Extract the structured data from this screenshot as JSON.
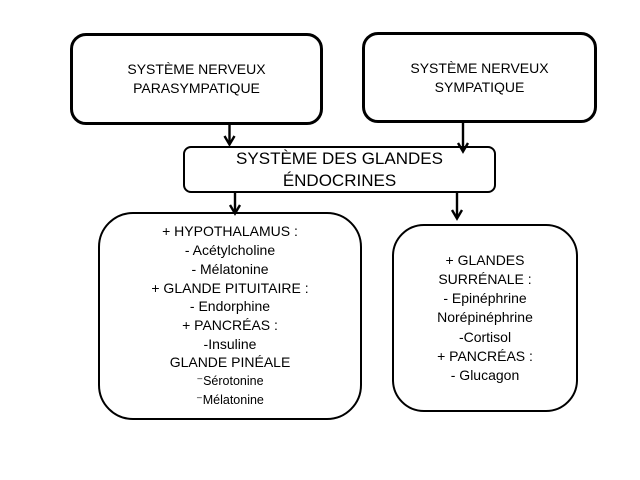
{
  "diagram": {
    "colors": {
      "background": "#ffffff",
      "stroke": "#000000",
      "text": "#000000"
    },
    "boxes": {
      "parasympathetic": {
        "lines": [
          "SYSTÈME NERVEUX",
          "PARASYMPATIQUE"
        ]
      },
      "sympathetic": {
        "lines": [
          "SYSTÈME NERVEUX",
          "SYMPATIQUE"
        ]
      },
      "endocrine": {
        "lines": [
          "SYSTÈME DES GLANDES",
          "ÉNDOCRINES"
        ]
      },
      "left_glands": {
        "lines": [
          "+ HYPOTHALAMUS :",
          "- Acétylcholine",
          "- Mélatonine",
          "+ GLANDE PITUITAIRE :",
          "- Endorphine",
          "+ PANCRÉAS :",
          "-Insuline",
          "GLANDE PINÉALE",
          "⁻Sérotonine",
          "⁻Mélatonine"
        ]
      },
      "right_glands": {
        "lines": [
          "+ GLANDES",
          "SURRÉNALE :",
          "- Epinéphrine",
          "Norépinéphrine",
          "-Cortisol",
          "+ PANCRÉAS :",
          "- Glucagon"
        ]
      }
    },
    "arrows": [
      {
        "name": "parasympathetic-to-endocrine",
        "direction": "down"
      },
      {
        "name": "sympathetic-to-endocrine",
        "direction": "down"
      },
      {
        "name": "endocrine-to-left-glands",
        "direction": "down"
      },
      {
        "name": "endocrine-to-right-glands",
        "direction": "down"
      }
    ]
  }
}
